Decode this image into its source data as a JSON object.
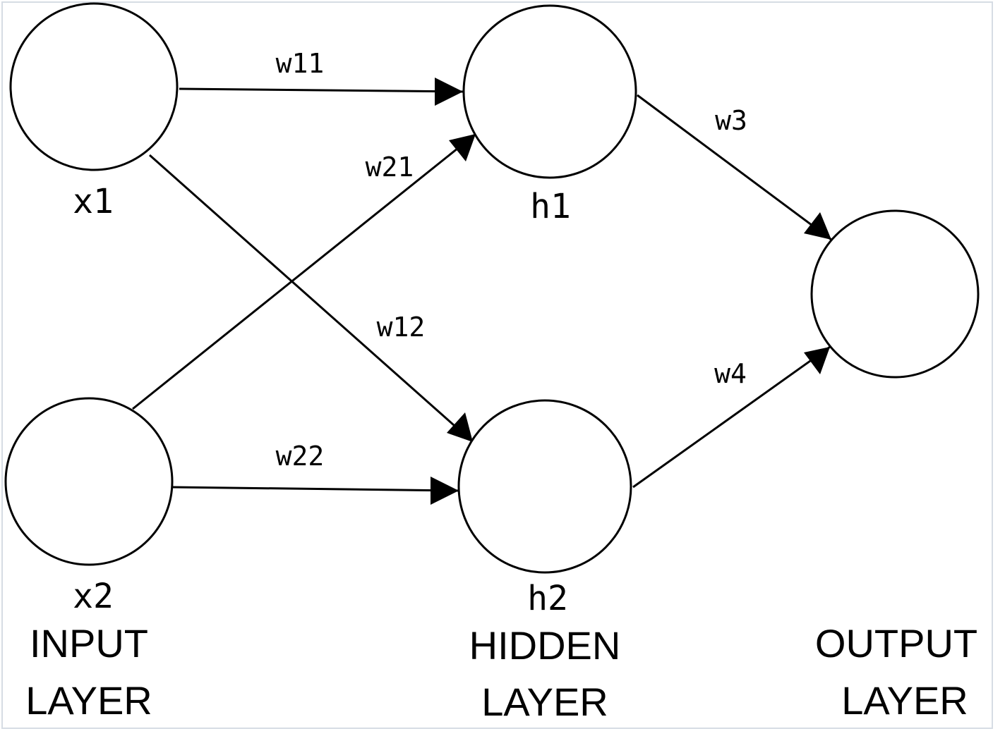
{
  "nodes": {
    "x1": {
      "label": "x1"
    },
    "x2": {
      "label": "x2"
    },
    "h1": {
      "label": "h1"
    },
    "h2": {
      "label": "h2"
    },
    "out": {
      "label": ""
    }
  },
  "edges": {
    "w11": {
      "label": "w11",
      "from": "x1",
      "to": "h1"
    },
    "w12": {
      "label": "w12",
      "from": "x1",
      "to": "h2"
    },
    "w21": {
      "label": "w21",
      "from": "x2",
      "to": "h1"
    },
    "w22": {
      "label": "w22",
      "from": "x2",
      "to": "h2"
    },
    "w3": {
      "label": "w3",
      "from": "h1",
      "to": "out"
    },
    "w4": {
      "label": "w4",
      "from": "h2",
      "to": "out"
    }
  },
  "layers": {
    "input": {
      "line1": "INPUT",
      "line2": "LAYER"
    },
    "hidden": {
      "line1": "HIDDEN",
      "line2": "LAYER"
    },
    "output": {
      "line1": "OUTPUT",
      "line2": "LAYER"
    }
  }
}
